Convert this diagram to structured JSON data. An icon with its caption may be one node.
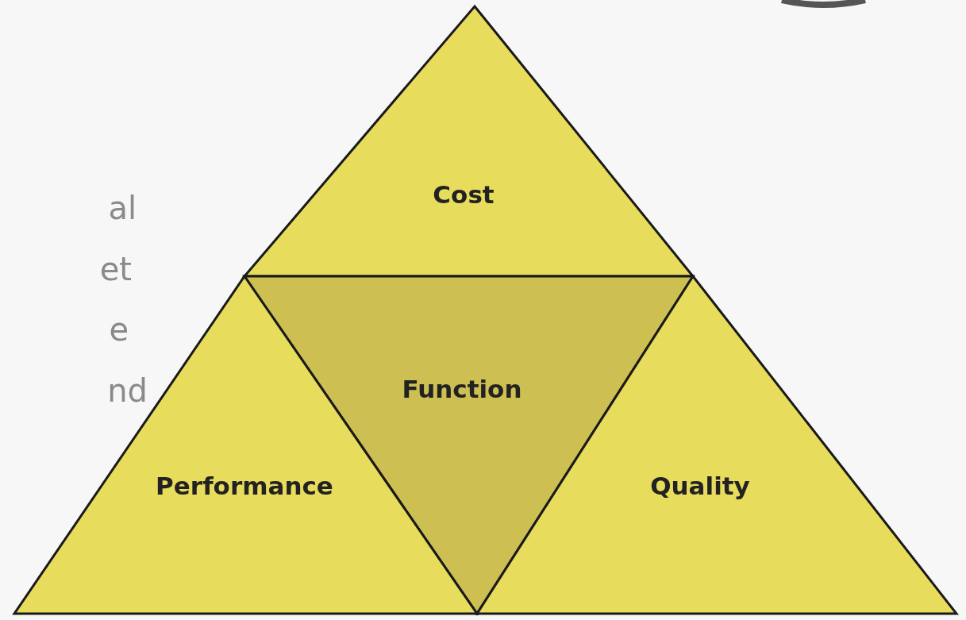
{
  "diagram": {
    "nodes": [
      {
        "text": [
          "Cost"
        ]
      },
      {
        "text": [
          "Function"
        ]
      },
      {
        "text": [
          "Performance"
        ]
      },
      {
        "text": [
          "Quality"
        ]
      }
    ],
    "labels": [
      "al",
      "et",
      "e",
      "nd"
    ]
  }
}
